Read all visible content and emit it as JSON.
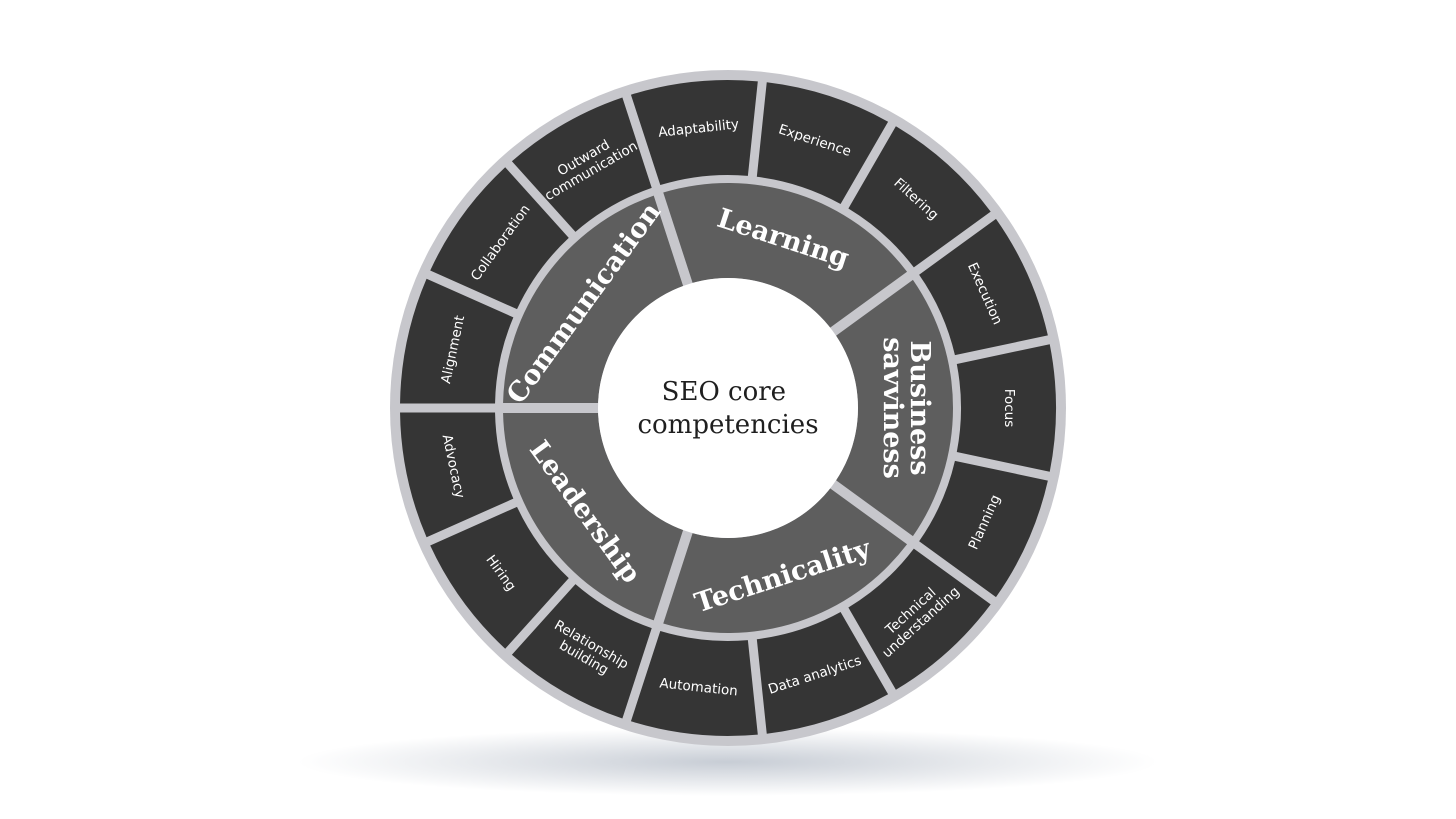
{
  "center": {
    "lines": [
      "SEO core",
      "competencies"
    ]
  },
  "colors": {
    "background": "#ffffff",
    "inner_segment": "#5e5e5e",
    "outer_segment": "#353535",
    "gap": "#c7c7cc",
    "text_light": "#ffffff",
    "text_dark": "#1f1f1f"
  },
  "competencies": [
    {
      "name": "Communication",
      "skills": [
        {
          "lines": [
            "Alignment"
          ]
        },
        {
          "lines": [
            "Collaboration"
          ]
        },
        {
          "lines": [
            "Outward",
            "communication"
          ]
        }
      ]
    },
    {
      "name": "Learning",
      "skills": [
        {
          "lines": [
            "Adaptability"
          ]
        },
        {
          "lines": [
            "Experience"
          ]
        },
        {
          "lines": [
            "Filtering"
          ]
        }
      ]
    },
    {
      "name": "Business savviness",
      "skills": [
        {
          "lines": [
            "Execution"
          ]
        },
        {
          "lines": [
            "Focus"
          ]
        },
        {
          "lines": [
            "Planning"
          ]
        }
      ]
    },
    {
      "name": "Technicality",
      "skills": [
        {
          "lines": [
            "Technical",
            "understanding"
          ]
        },
        {
          "lines": [
            "Data analytics"
          ]
        },
        {
          "lines": [
            "Automation"
          ]
        }
      ]
    },
    {
      "name": "Leadership",
      "skills": [
        {
          "lines": [
            "Relationship",
            "building"
          ]
        },
        {
          "lines": [
            "Hiring"
          ]
        },
        {
          "lines": [
            "Advocacy"
          ]
        }
      ]
    }
  ]
}
